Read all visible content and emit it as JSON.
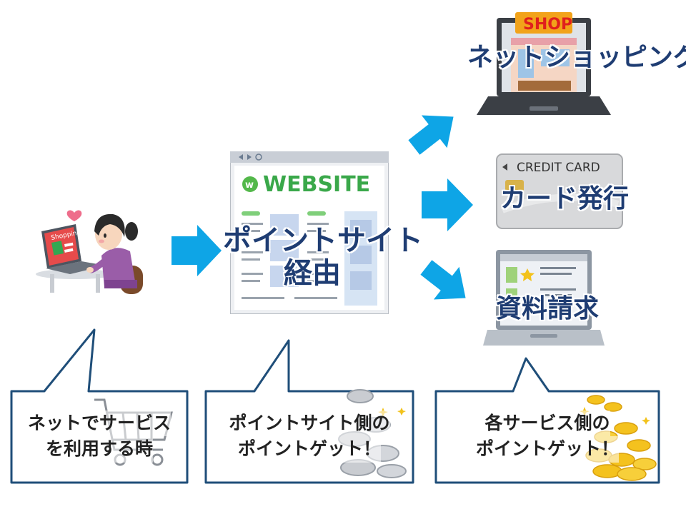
{
  "colors": {
    "arrow": "#0ea5e6",
    "label": "#1f3d73",
    "border": "#1f4e79"
  },
  "step_labels": {
    "point_site": [
      "ポイントサイト",
      "経由"
    ],
    "shopping": "ネットショッピング",
    "card": "カード発行",
    "request": "資料請求"
  },
  "illustration_text": {
    "website_logo": "WEBSITE",
    "shop_sign": "SHOP",
    "credit_card": "CREDIT CARD",
    "laptop_screen": "Shopping"
  },
  "callouts": [
    {
      "lines": [
        "ネットでサービス",
        "を利用する時"
      ]
    },
    {
      "lines": [
        "ポイントサイト側の",
        "ポイントゲット！"
      ]
    },
    {
      "lines": [
        "各サービス側の",
        "ポイントゲット！"
      ]
    }
  ],
  "icons": [
    "heart-icon",
    "shopping-cart-icon",
    "silver-coins-icon",
    "gold-coins-icon",
    "arrow-right-icon"
  ]
}
